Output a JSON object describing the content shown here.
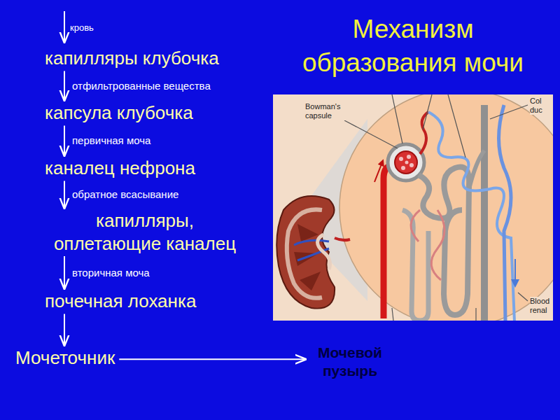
{
  "diagram": {
    "title": "Механизм образования мочи",
    "nodes": [
      {
        "text": [
          "капилляры клубочка"
        ]
      },
      {
        "text": [
          "капсула клубочка"
        ]
      },
      {
        "text": [
          "каналец нефрона"
        ]
      },
      {
        "text": [
          "капилляры, оплетающие каналец"
        ]
      },
      {
        "text": [
          "почечная лоханка"
        ]
      },
      {
        "text": [
          "Мочеточник"
        ]
      },
      {
        "text": [
          "Мочевой пузырь"
        ]
      }
    ],
    "edges": [
      {
        "from": 0,
        "to": 1,
        "label": "отфильтрованные вещества",
        "arrow": "to"
      },
      {
        "from": 1,
        "to": 2,
        "label": "первичная моча",
        "arrow": "to"
      },
      {
        "from": 2,
        "to": 3,
        "label": "обратное всасывание",
        "arrow": "to"
      },
      {
        "from": 3,
        "to": 4,
        "label": "вторичная моча",
        "arrow": "to"
      },
      {
        "from": 4,
        "to": 5,
        "arrow": "to"
      },
      {
        "from": 5,
        "to": 6,
        "arrow": "to"
      }
    ],
    "labels": [
      "кровь",
      "Bowman's capsule",
      "Col",
      "duc",
      "Blood",
      "renal"
    ]
  }
}
